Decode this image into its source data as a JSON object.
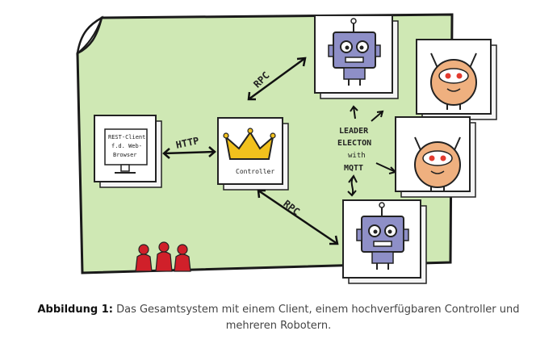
{
  "figure": {
    "client_text": [
      "REST-Client",
      "f.d. Web-",
      "Browser"
    ],
    "controller_text": "Controller",
    "http_label": "HTTP",
    "rpc_top_label": "RPC",
    "rpc_bottom_label": "RPC",
    "leader_text": [
      "LEADER",
      "ELECTON",
      "with",
      "MQTT"
    ],
    "colors": {
      "background": "#cfe8b4",
      "crown": "#f2c11d",
      "robot_blue": "#8e8fc7",
      "robot_orange": "#efb07f",
      "eye_red": "#e33b2f",
      "people_red": "#d0202a"
    }
  },
  "caption": {
    "label": "Abbildung 1:",
    "text": "Das Gesamtsystem mit einem Client, einem hochverfügbaren Controller und mehreren Robotern."
  }
}
